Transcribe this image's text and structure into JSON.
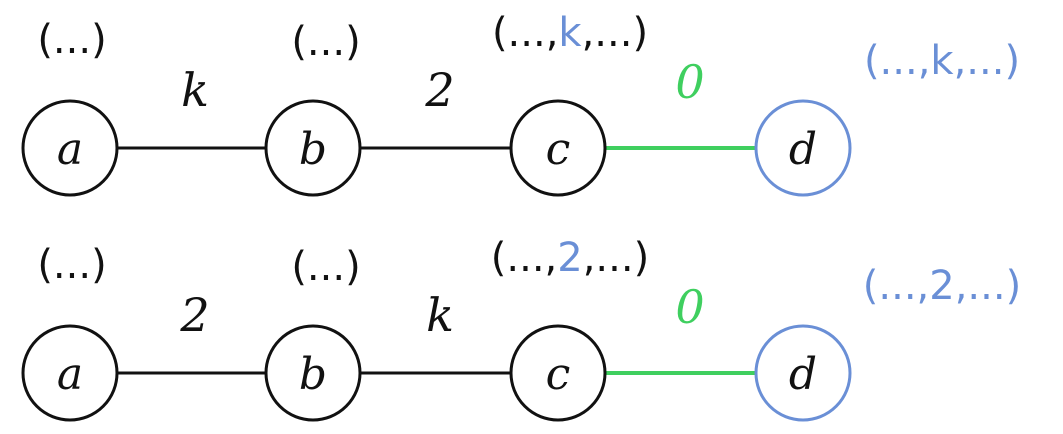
{
  "colors": {
    "ink": "#111111",
    "blue": "#6a8fd6",
    "green": "#3fcf5f"
  },
  "rows": [
    {
      "nodes": [
        {
          "id": "a",
          "label": "a",
          "tuple": {
            "prefix": "(...)",
            "mid": "",
            "suffix": ""
          },
          "color": "ink"
        },
        {
          "id": "b",
          "label": "b",
          "tuple": {
            "prefix": "(...)",
            "mid": "",
            "suffix": ""
          },
          "color": "ink"
        },
        {
          "id": "c",
          "label": "c",
          "tuple": {
            "prefix": "(...,",
            "mid": "k",
            "suffix": ",...)"
          },
          "color": "ink"
        },
        {
          "id": "d",
          "label": "d",
          "tuple": {
            "prefix": "(...,",
            "mid": "k",
            "suffix": ",...)"
          },
          "color": "blue"
        }
      ],
      "edges": [
        {
          "label": "k",
          "color": "ink"
        },
        {
          "label": "2",
          "color": "ink"
        },
        {
          "label": "0",
          "color": "green"
        }
      ]
    },
    {
      "nodes": [
        {
          "id": "a",
          "label": "a",
          "tuple": {
            "prefix": "(...)",
            "mid": "",
            "suffix": ""
          },
          "color": "ink"
        },
        {
          "id": "b",
          "label": "b",
          "tuple": {
            "prefix": "(...)",
            "mid": "",
            "suffix": ""
          },
          "color": "ink"
        },
        {
          "id": "c",
          "label": "c",
          "tuple": {
            "prefix": "(...,",
            "mid": "2",
            "suffix": ",...)"
          },
          "color": "ink"
        },
        {
          "id": "d",
          "label": "d",
          "tuple": {
            "prefix": "(...,",
            "mid": "2",
            "suffix": ",...)"
          },
          "color": "blue"
        }
      ],
      "edges": [
        {
          "label": "2",
          "color": "ink"
        },
        {
          "label": "k",
          "color": "ink"
        },
        {
          "label": "0",
          "color": "green"
        }
      ]
    }
  ]
}
